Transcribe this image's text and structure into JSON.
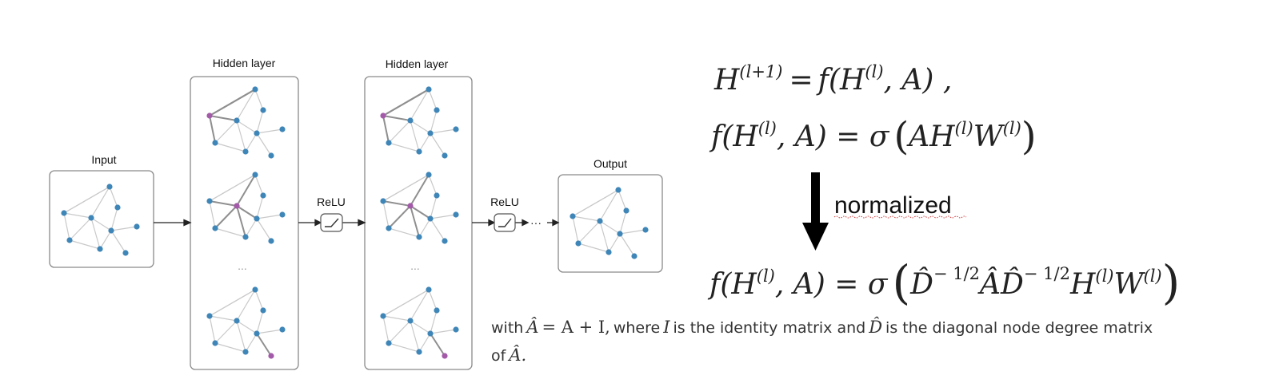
{
  "labels": {
    "input": "Input",
    "hidden1": "Hidden layer",
    "hidden2": "Hidden layer",
    "output": "Output",
    "relu1": "ReLU",
    "relu2": "ReLU",
    "ellipsis": "...",
    "chain": "···"
  },
  "equations": {
    "eq1": {
      "H": "H",
      "sup1": "(l+1)",
      "eq": "=",
      "f": "f",
      "open": "(H",
      "sup2": "(l)",
      "tail": ", A) ,"
    },
    "eq2": {
      "f": "f(H",
      "sup1": "(l)",
      "mid": ", A) = σ",
      "lp": "(",
      "AH": "AH",
      "sup2": "(l)",
      "W": "W",
      "sup3": "(l)",
      "rp": ")"
    },
    "arrow_label": "normalized",
    "eq3": {
      "f": "f(H",
      "sup1": "(l)",
      "mid": ", A) = σ",
      "lp": "(",
      "D1": "D̂",
      "exp1": "− 1/2",
      "A": "ÂD̂",
      "exp2": "− 1/2",
      "H": "H",
      "sup2": "(l)",
      "W": "W",
      "sup3": "(l)",
      "rp": ")"
    }
  },
  "note": {
    "w1": "with",
    "ahat": "Â",
    "eq": "= A + I,",
    "w2": "where",
    "I": "I",
    "w3": "is the identity matrix and",
    "dhat": "D̂",
    "w4": "is the diagonal node degree matrix",
    "w5": "of",
    "ahat2": "Â.",
    "line1": "with Â = A + I, where I is the identity matrix and D̂ is the diagonal node degree matrix",
    "line2": "of Â."
  },
  "colors": {
    "node": "#3f86b8",
    "highlight": "#a35aa8",
    "edge": "#c9c9c9",
    "edge_highlight": "#8f8f8f",
    "arrow": "#000000"
  }
}
